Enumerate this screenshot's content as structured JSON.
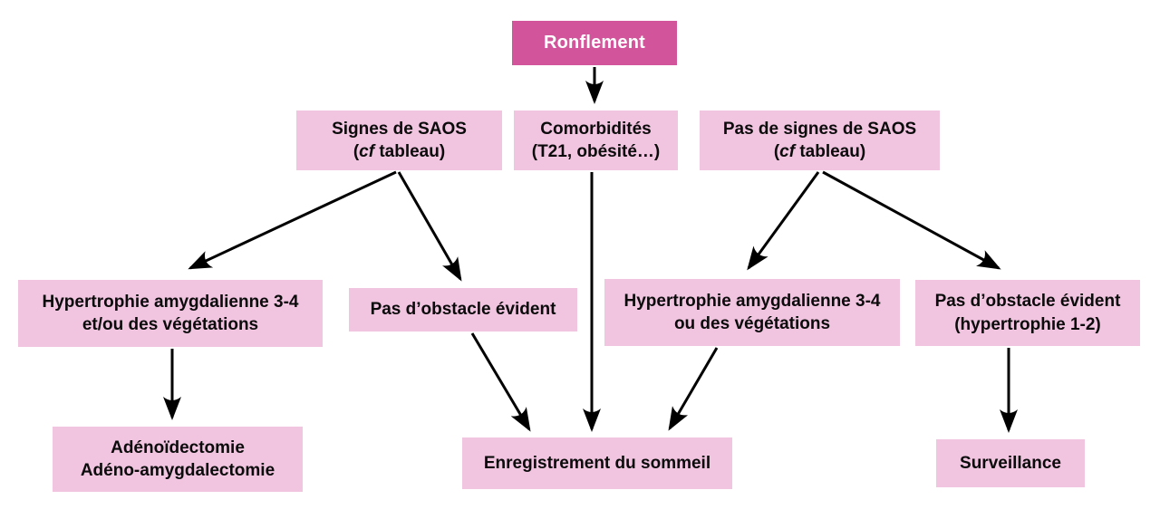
{
  "title": "Ronflement decision flowchart",
  "colors": {
    "node_dark": "#d2559b",
    "node_light": "#f1c4e0",
    "arrow": "#000000",
    "background": "#ffffff"
  },
  "nodes": {
    "ronflement": {
      "line1": "Ronflement"
    },
    "signes_saos": {
      "line1": "Signes de SAOS",
      "line2_pre": "(",
      "line2_italic": "cf",
      "line2_post": " tableau)"
    },
    "comorbidites": {
      "line1": "Comorbidités",
      "line2": "(T21, obésité…)"
    },
    "pas_signes_saos": {
      "line1": "Pas de signes de SAOS",
      "line2_pre": "(",
      "line2_italic": "cf",
      "line2_post": " tableau)"
    },
    "hypertrophie_et_ou": {
      "line1": "Hypertrophie amygdalienne 3-4",
      "line2": "et/ou des végétations"
    },
    "pas_obstacle": {
      "line1": "Pas d’obstacle évident"
    },
    "hypertrophie_ou": {
      "line1": "Hypertrophie amygdalienne 3-4",
      "line2": "ou des végétations"
    },
    "pas_obstacle_hyper": {
      "line1": "Pas d’obstacle évident",
      "line2": "(hypertrophie 1-2)"
    },
    "adenoidectomie": {
      "line1": "Adénoïdectomie",
      "line2": "Adéno-amygdalectomie"
    },
    "enregistrement": {
      "line1": "Enregistrement du sommeil"
    },
    "surveillance": {
      "line1": "Surveillance"
    }
  },
  "edges": [
    {
      "from": "ronflement",
      "to": "comorbidites"
    },
    {
      "from": "signes_saos",
      "to": "hypertrophie_et_ou"
    },
    {
      "from": "signes_saos",
      "to": "pas_obstacle"
    },
    {
      "from": "pas_signes_saos",
      "to": "hypertrophie_ou"
    },
    {
      "from": "pas_signes_saos",
      "to": "pas_obstacle_hyper"
    },
    {
      "from": "hypertrophie_et_ou",
      "to": "adenoidectomie"
    },
    {
      "from": "pas_obstacle",
      "to": "enregistrement"
    },
    {
      "from": "comorbidites",
      "to": "enregistrement"
    },
    {
      "from": "hypertrophie_ou",
      "to": "enregistrement"
    },
    {
      "from": "pas_obstacle_hyper",
      "to": "surveillance"
    }
  ]
}
